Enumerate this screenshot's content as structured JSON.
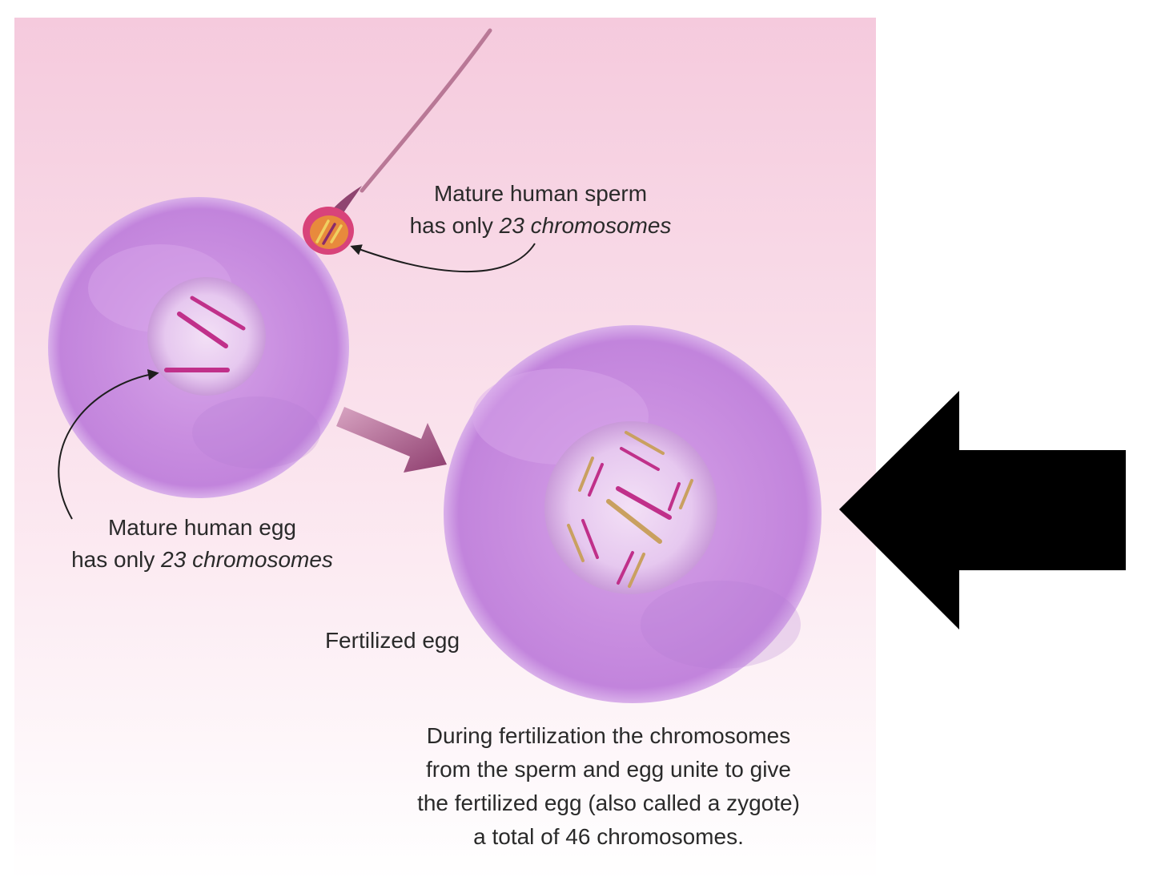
{
  "sperm_label": {
    "line1": "Mature human sperm",
    "line2_prefix": "has only ",
    "line2_emphasis": "23 chromosomes"
  },
  "egg_label": {
    "line1": "Mature human egg",
    "line2_prefix": "has only ",
    "line2_emphasis": "23 chromosomes"
  },
  "fertilized_label": "Fertilized egg",
  "caption": {
    "line1": "During fertilization the chromosomes",
    "line2": "from the sperm and egg unite to give",
    "line3": "the fertilized egg (also called a zygote)",
    "line4": "a total of 46 chromosomes."
  },
  "colors": {
    "background_top": "#f6cde0",
    "background_bottom": "#ffffff",
    "cell_purple": "#c98ee0",
    "nucleus": "#e6c8ef",
    "chromosome_pink": "#c0308a",
    "chromosome_tan": "#c9a060",
    "process_arrow": "#9a4a7a",
    "pointer_arrow": "#000000"
  }
}
